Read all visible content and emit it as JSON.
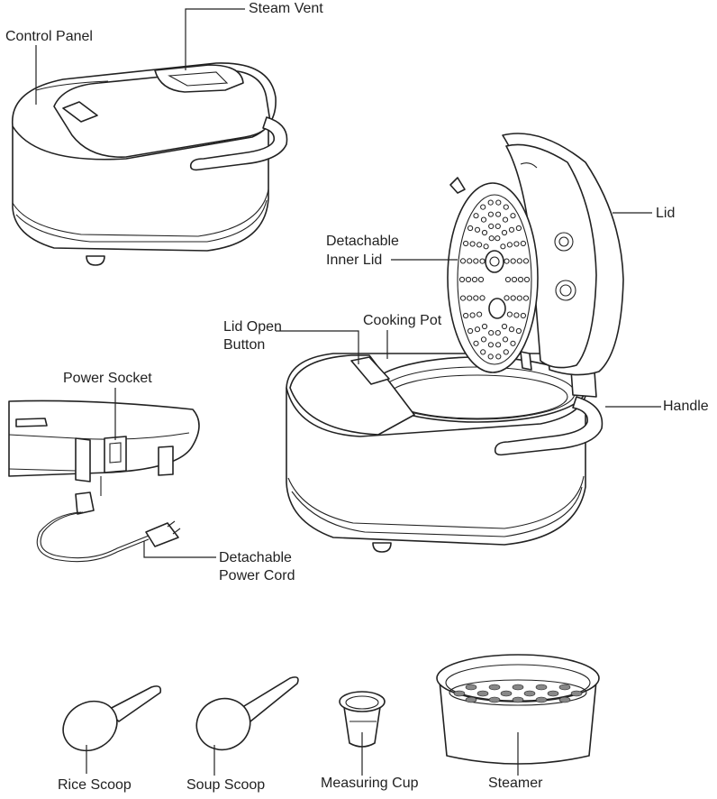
{
  "labels": {
    "steam_vent": "Steam Vent",
    "control_panel": "Control Panel",
    "lid": "Lid",
    "detachable_inner_lid_1": "Detachable",
    "detachable_inner_lid_2": "Inner Lid",
    "lid_open_button_1": "Lid Open",
    "lid_open_button_2": "Button",
    "cooking_pot": "Cooking Pot",
    "handle": "Handle",
    "power_socket": "Power Socket",
    "detachable_power_cord_1": "Detachable",
    "detachable_power_cord_2": "Power Cord",
    "rice_scoop": "Rice Scoop",
    "soup_scoop": "Soup Scoop",
    "measuring_cup": "Measuring Cup",
    "steamer": "Steamer"
  }
}
